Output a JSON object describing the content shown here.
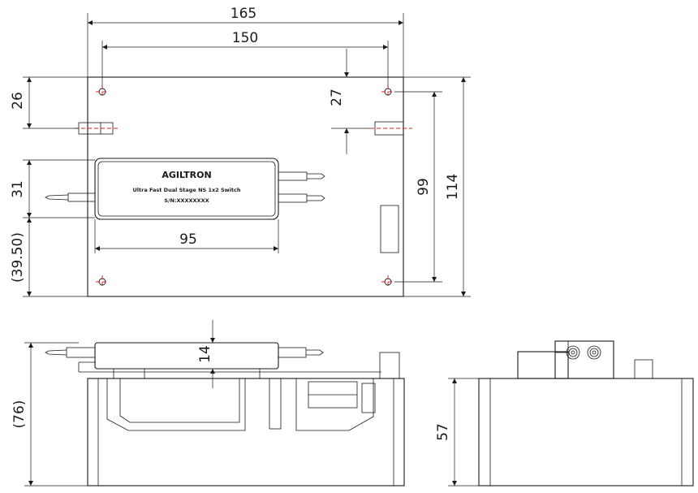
{
  "module": {
    "brand": "AGILTRON",
    "description": "Ultra Fast Dual Stage NS 1x2 Switch",
    "serial": "S/N:XXXXXXXX"
  },
  "dimensions": {
    "overall_width": "165",
    "hole_spacing_x": "150",
    "top_offset_left": "26",
    "top_offset_right": "27",
    "module_height": "31",
    "bottom_offset": "39.50",
    "module_width": "95",
    "hole_spacing_y": "99",
    "overall_depth": "114",
    "module_thickness": "14",
    "overall_height": "76",
    "base_height": "57"
  },
  "colors": {
    "line": "#1a1a1a",
    "centerline": "#d42020"
  }
}
